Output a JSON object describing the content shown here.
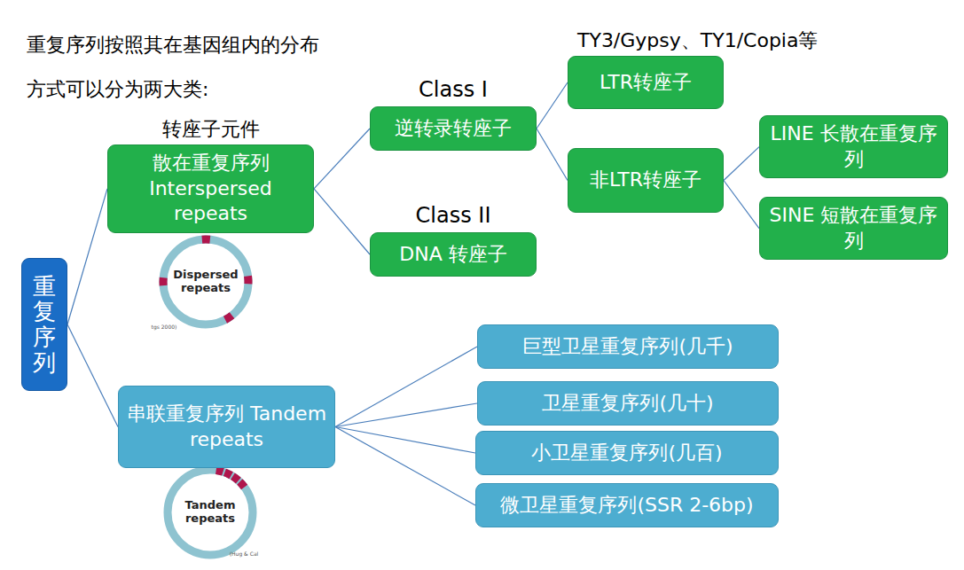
{
  "diagram": {
    "title": "重复序列按照其在基因组内的分布 方式可以分为两大类:",
    "nodes": [
      {
        "text": [
          "重复序列"
        ]
      },
      {
        "text": [
          "转座子元件",
          "散在重复序列 Interspersed repeats"
        ]
      },
      {
        "text": [
          "Class I",
          "逆转录转座子"
        ]
      },
      {
        "text": [
          "Class II",
          "DNA 转座子"
        ]
      },
      {
        "text": [
          "TY3/Gypsy、TY1/Copia等",
          "LTR转座子"
        ]
      },
      {
        "text": [
          "非LTR转座子"
        ]
      },
      {
        "text": [
          "LINE 长散在重复序列"
        ]
      },
      {
        "text": [
          "SINE 短散在重复序列"
        ]
      },
      {
        "text": [
          "串联重复序列 Tandem repeats"
        ]
      },
      {
        "text": [
          "巨型卫星重复序列(几千)"
        ]
      },
      {
        "text": [
          "卫星重复序列(几十)"
        ]
      },
      {
        "text": [
          "小卫星重复序列(几百)"
        ]
      },
      {
        "text": [
          "微卫星重复序列(SSR 2-6bp)"
        ]
      }
    ],
    "edges": [
      {
        "from": 0,
        "to": 1,
        "arrow": "none"
      },
      {
        "from": 0,
        "to": 8,
        "arrow": "none"
      },
      {
        "from": 1,
        "to": 2,
        "arrow": "none"
      },
      {
        "from": 1,
        "to": 3,
        "arrow": "none"
      },
      {
        "from": 2,
        "to": 4,
        "arrow": "none"
      },
      {
        "from": 2,
        "to": 5,
        "arrow": "none"
      },
      {
        "from": 5,
        "to": 6,
        "arrow": "none"
      },
      {
        "from": 5,
        "to": 7,
        "arrow": "none"
      },
      {
        "from": 8,
        "to": 9,
        "arrow": "none"
      },
      {
        "from": 8,
        "to": 10,
        "arrow": "none"
      },
      {
        "from": 8,
        "to": 11,
        "arrow": "none"
      },
      {
        "from": 8,
        "to": 12,
        "arrow": "none"
      }
    ],
    "labels": [
      "Dispersed repeats",
      "tgs 2000)",
      "Tandem repeats",
      "(Hug & Cal"
    ]
  }
}
